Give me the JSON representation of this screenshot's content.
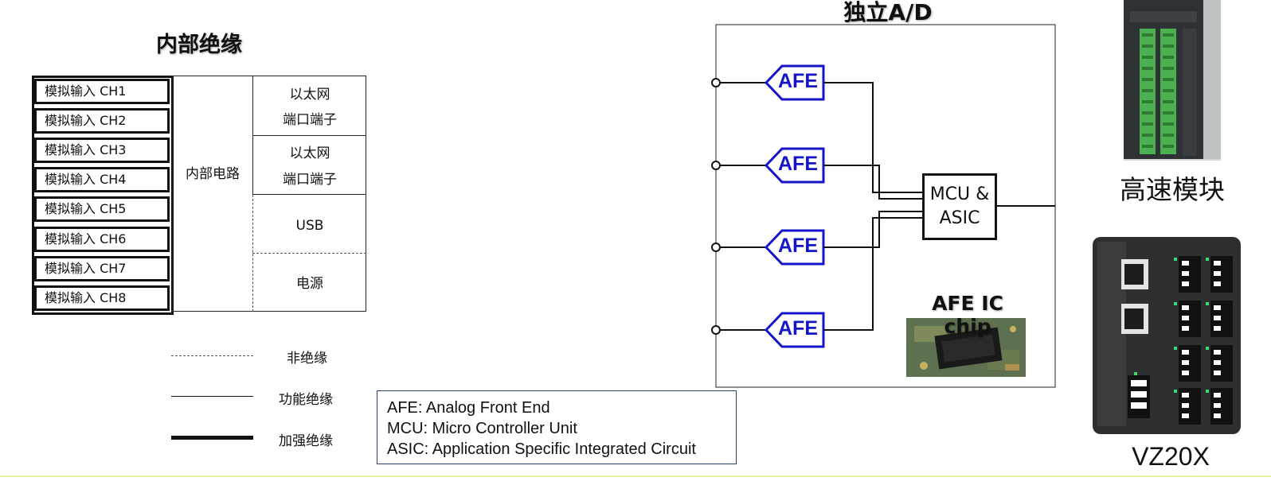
{
  "left_panel": {
    "title": "内部绝缘",
    "channels": [
      "模拟输入 CH1",
      "模拟输入 CH2",
      "模拟输入 CH3",
      "模拟输入 CH4",
      "模拟输入 CH5",
      "模拟输入 CH6",
      "模拟输入 CH7",
      "模拟输入 CH8"
    ],
    "internal_circuit": "内部电路",
    "ports": [
      {
        "line1": "以太网",
        "line2": "端口端子"
      },
      {
        "line1": "以太网",
        "line2": "端口端子"
      },
      {
        "line1": "USB"
      },
      {
        "line1": "电源"
      }
    ],
    "legend": [
      {
        "style": "dashed",
        "label": "非绝缘"
      },
      {
        "style": "thin",
        "label": "功能绝缘"
      },
      {
        "style": "thick",
        "label": "加强绝缘"
      }
    ]
  },
  "abbreviations": [
    "AFE: Analog Front End",
    "MCU: Micro Controller Unit",
    "ASIC: Application Specific Integrated Circuit"
  ],
  "diagram": {
    "title": "独立A/D",
    "afe_blocks": [
      "AFE",
      "AFE",
      "AFE",
      "AFE"
    ],
    "mcu_line1": "MCU &",
    "mcu_line2": "ASIC",
    "chip_caption": "AFE IC chip",
    "afe_color": "#1414c8"
  },
  "products": {
    "module_caption": "高速模块",
    "device_caption": "VZ20X"
  }
}
